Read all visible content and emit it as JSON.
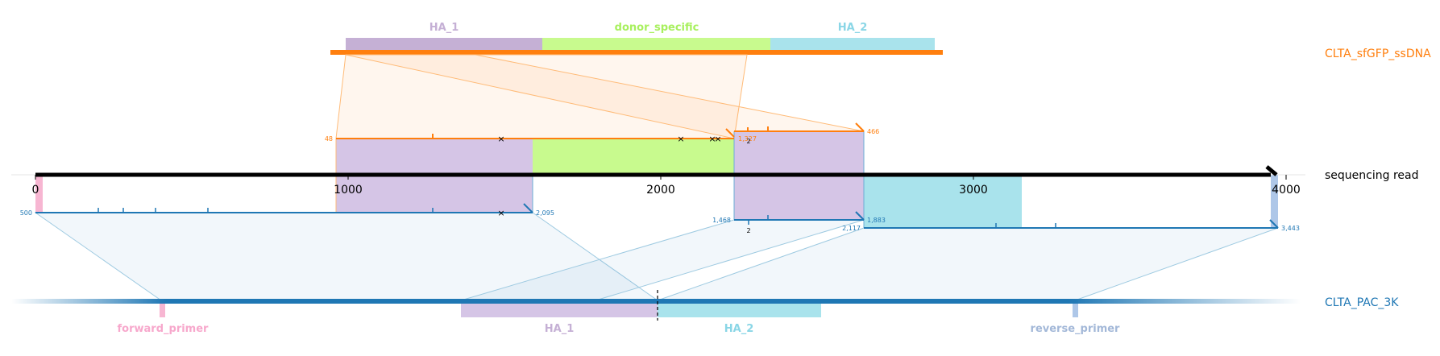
{
  "target": {
    "name": "CLTA_sfGFP_ssDNA",
    "color": "#ff7f0e",
    "features": [
      {
        "name": "HA_1",
        "color": "#c5b0d5"
      },
      {
        "name": "donor_specific",
        "color": "#b5f97a"
      },
      {
        "name": "HA_2",
        "color": "#9edae5"
      }
    ]
  },
  "read": {
    "name": "sequencing read",
    "axis_ticks": [
      "0",
      "1000",
      "2000",
      "3000",
      "4000"
    ],
    "axis_values": [
      0,
      1000,
      2000,
      3000,
      4000
    ],
    "length": 3990
  },
  "reference": {
    "name": "CLTA_PAC_3K",
    "color": "#1f77b4",
    "features": [
      {
        "name": "forward_primer",
        "color": "#f7b6d2"
      },
      {
        "name": "HA_1",
        "color": "#c5b0d5"
      },
      {
        "name": "HA_2",
        "color": "#9edae5"
      },
      {
        "name": "reverse_primer",
        "color": "#aec7e8"
      }
    ]
  },
  "alignments": {
    "target_labels": [
      "48",
      "1,327",
      "466"
    ],
    "ref_labels": [
      "500",
      "2,095",
      "1,468",
      "2,117",
      "1,883",
      "3,443"
    ],
    "indel_counts": [
      "2",
      "2"
    ]
  }
}
